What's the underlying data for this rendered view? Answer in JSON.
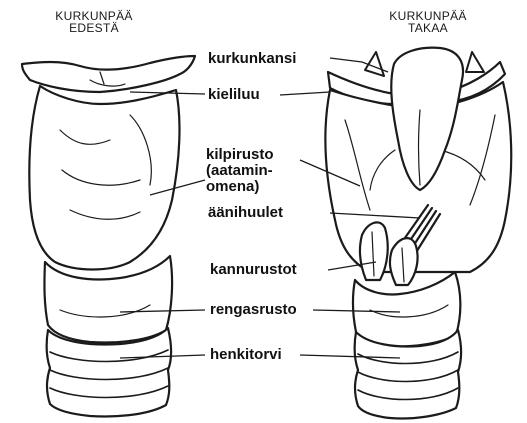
{
  "titles": {
    "front": [
      "KURKUNPÄÄ",
      "EDESTÄ"
    ],
    "back": [
      "KURKUNPÄÄ",
      "TAKAA"
    ]
  },
  "labels": {
    "kurkunkansi": "kurkunkansi",
    "kieliluu": "kieliluu",
    "kilpirusto": [
      "kilpirusto",
      "(aatamin-",
      "omena)"
    ],
    "aanihuulet": "äänihuulet",
    "kannurustot": "kannurustot",
    "rengasrusto": "rengasrusto",
    "henkitorvi": "henkitorvi"
  }
}
